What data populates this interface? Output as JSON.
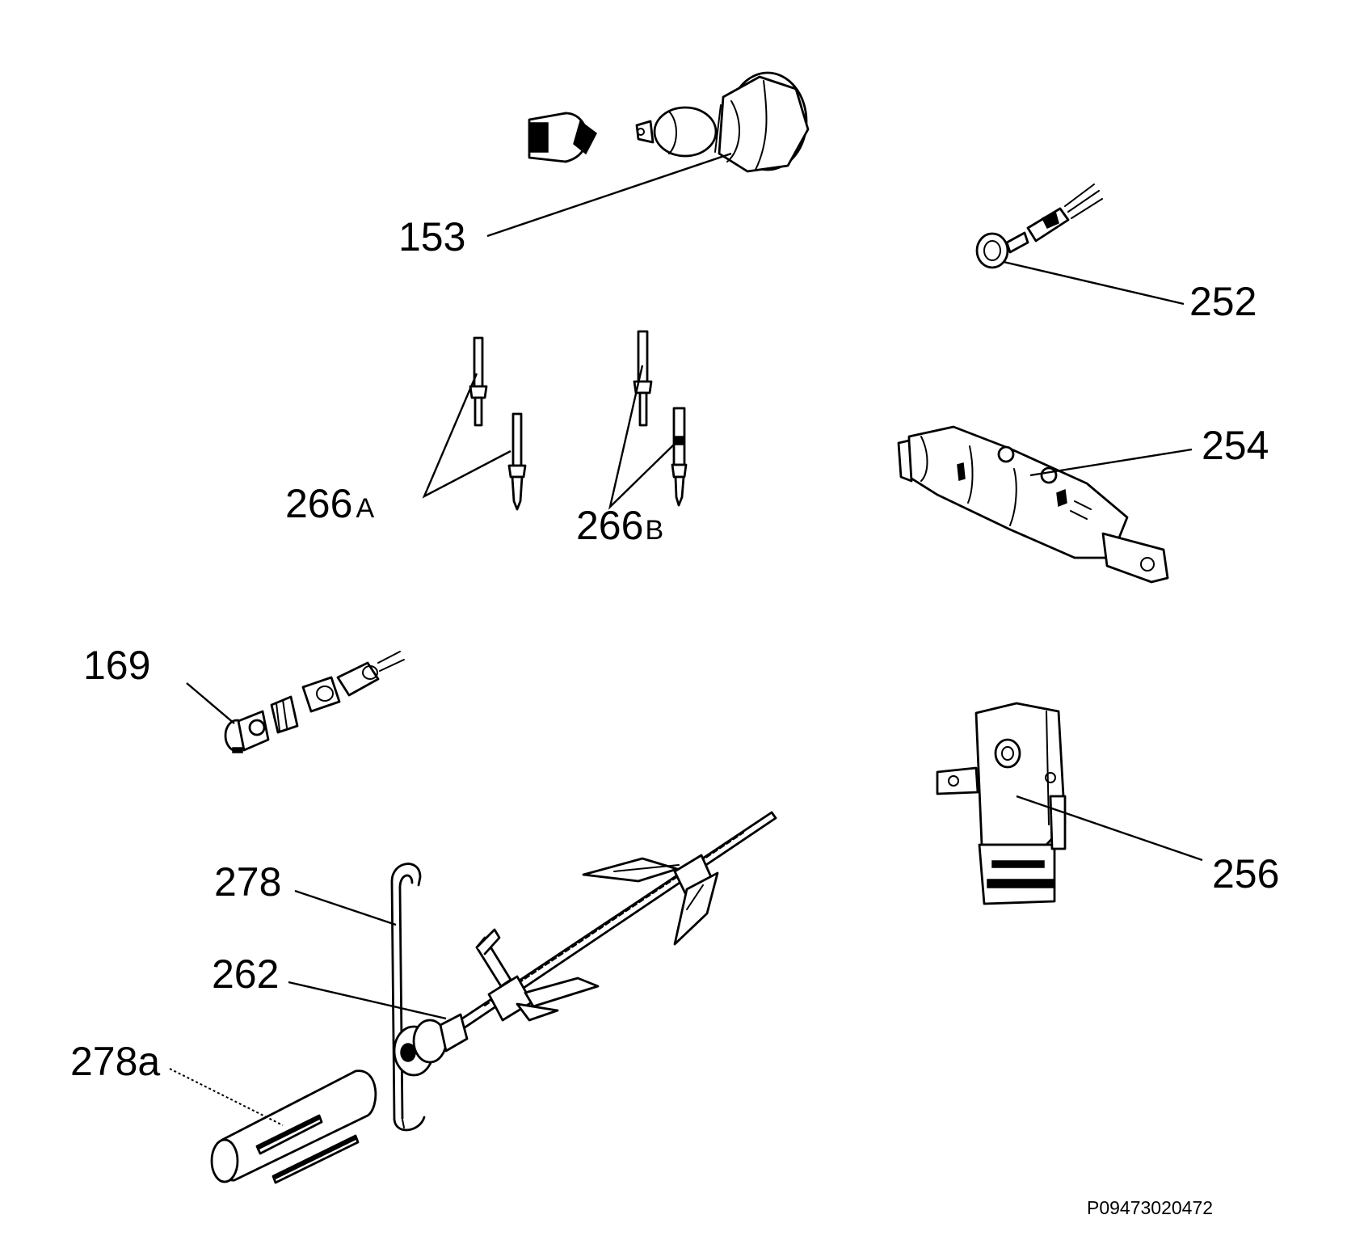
{
  "callouts": {
    "c153": "153",
    "c252": "252",
    "c254": "254",
    "c266a_num": "266",
    "c266a_suffix": "A",
    "c266b_num": "266",
    "c266b_suffix": "B",
    "c169": "169",
    "c256": "256",
    "c278": "278",
    "c262": "262",
    "c278a": "278a"
  },
  "drawing_code": "P09473020472"
}
